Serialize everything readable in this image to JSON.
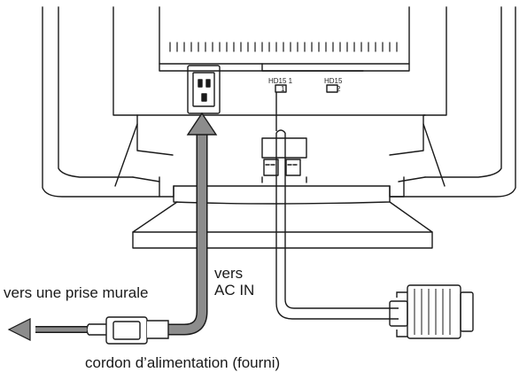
{
  "labels": {
    "wall_outlet": "vers une prise murale",
    "to_line1": "vers",
    "to_line2": "AC IN",
    "power_cord": "cordon d’alimentation (fourni)"
  },
  "ports": {
    "port1": "HD15 1",
    "port1_num": "1",
    "port2": "HD15",
    "port2_num": "2"
  },
  "colors": {
    "line": "#1a1a1a",
    "arrow_fill": "#8c8c8c",
    "background": "#ffffff"
  },
  "icons": [
    "power-cord-icon",
    "ac-in-socket-icon",
    "vga-connector-icon",
    "arrow-left-icon",
    "arrow-up-icon"
  ]
}
